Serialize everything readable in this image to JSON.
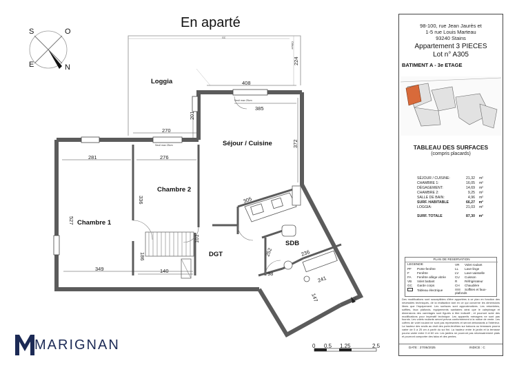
{
  "plan_title": "En aparté",
  "compass": {
    "s": "S",
    "o": "O",
    "e": "E",
    "n": "N"
  },
  "address": {
    "line1": "98-100, rue Jean Jaurès et",
    "line2": "1-5 rue Louis Marteau",
    "line3": "93240 Stains"
  },
  "apartment": {
    "type": "Appartement 3 PIECES",
    "lot": "Lot n° A305",
    "building": "BATIMENT A - 3e ETAGE"
  },
  "surfaces": {
    "title": "TABLEAU DES SURFACES",
    "subtitle": "(compris placards)",
    "rows": [
      {
        "label": "SÉJOUR / CUISINE:",
        "value": "21,32",
        "unit": "m²"
      },
      {
        "label": "CHAMBRE 1:",
        "value": "16,05",
        "unit": "m²"
      },
      {
        "label": "DÉGAGEMENT:",
        "value": "14,69",
        "unit": "m²"
      },
      {
        "label": "CHAMBRE 2:",
        "value": "9,25",
        "unit": "m²"
      },
      {
        "label": "SALLE DE BAIN:",
        "value": "4,96",
        "unit": "m²"
      }
    ],
    "habitable": {
      "label": "SURF. HABITABLE",
      "value": "66,27",
      "unit": "m²"
    },
    "loggia": {
      "label": "LOGGIA:",
      "value": "21,03",
      "unit": "m²"
    },
    "total": {
      "label": "SURF. TOTALE",
      "value": "87,30",
      "unit": "m²"
    }
  },
  "legend": {
    "title": "PLAN DE RESERVATION",
    "heading": "LEGENDE",
    "left": [
      {
        "code": "PF",
        "text": "Porte-fenêtre"
      },
      {
        "code": "F",
        "text": "Fenêtre"
      },
      {
        "code": "FA",
        "text": "Fenêtre allège vitrée"
      },
      {
        "code": "VB",
        "text": "Volet battant"
      },
      {
        "code": "GC",
        "text": "Garde corps"
      },
      {
        "code": "",
        "text": "Tableau électrique"
      }
    ],
    "right": [
      {
        "code": "VR",
        "text": "Volet roulant"
      },
      {
        "code": "LL",
        "text": "Lave-linge"
      },
      {
        "code": "LV",
        "text": "Lave-vaisselle"
      },
      {
        "code": "CU",
        "text": "Cuisson"
      },
      {
        "code": "R",
        "text": "Réfrigérateur"
      },
      {
        "code": "CH",
        "text": "Chaudière"
      },
      {
        "code": "",
        "text": "Soffites et faux-plafonds"
      }
    ]
  },
  "disclaimer": "Des modifications sont susceptibles d'être apportées à ce plan en fonction des nécessités techniques, de la réalisation tant en ce qui concerne les dimensions libres que l'équipement. Les surfaces sont approximatives. Les retombées, soffites, faux plafonds, équipements sanitaires ainsi que le calepinage et dimensions des carrelages sont figurés à titre indicatif ; et pourront subir des modifications pour impératif technique. Les appareils ménagers ne sont pas fournis. Les volets roulants seront prévus conformément à la notice de vente. Les coffres de volet roulant ne sont pas représentés et seront débordants à l'intérieur. La hauteur des seuils au droit des porte-fenêtres sur balcons ou terrasses pourra varier de 5 à 25 cm à partir du sol fini. La hauteur entre le jardin et la terrasse pourra varier entre 0 et 60 cm. Les jardins ne pourront pas nécessairement plats et pourront comporter des talus et des pentes.",
  "date": "DATE : 27/06/2025",
  "indice": "INDICE : C",
  "logo_text": "MARIGNAN",
  "scale": [
    "0",
    "0.5",
    "1.25",
    "2.5"
  ],
  "rooms": {
    "loggia": "Loggia",
    "sejour": "Séjour / Cuisine",
    "chambre2": "Chambre 2",
    "chambre1": "Chambre 1",
    "dgt": "DGT",
    "sdb": "SDB"
  },
  "dims": {
    "d408": "408",
    "d224": "224",
    "d385": "385",
    "d201": "201",
    "d270": "270",
    "d372": "372",
    "d281": "281",
    "d276": "276",
    "d336": "336",
    "d527": "527",
    "d305": "305",
    "d186": "186",
    "d101": "101",
    "d349": "349",
    "d140": "140",
    "d252": "252",
    "d236": "236",
    "d98": "98",
    "d241": "241",
    "d147": "147"
  },
  "tags": {
    "gc": "GC",
    "a305": "A305",
    "seuil1": "Seuil max 25cm",
    "seuil2": "Seuil max 25cm",
    "cvert": "Clôture"
  },
  "colors": {
    "wall": "#5b5b5b",
    "highlight": "#d86a3a",
    "logo": "#1c2a55"
  }
}
